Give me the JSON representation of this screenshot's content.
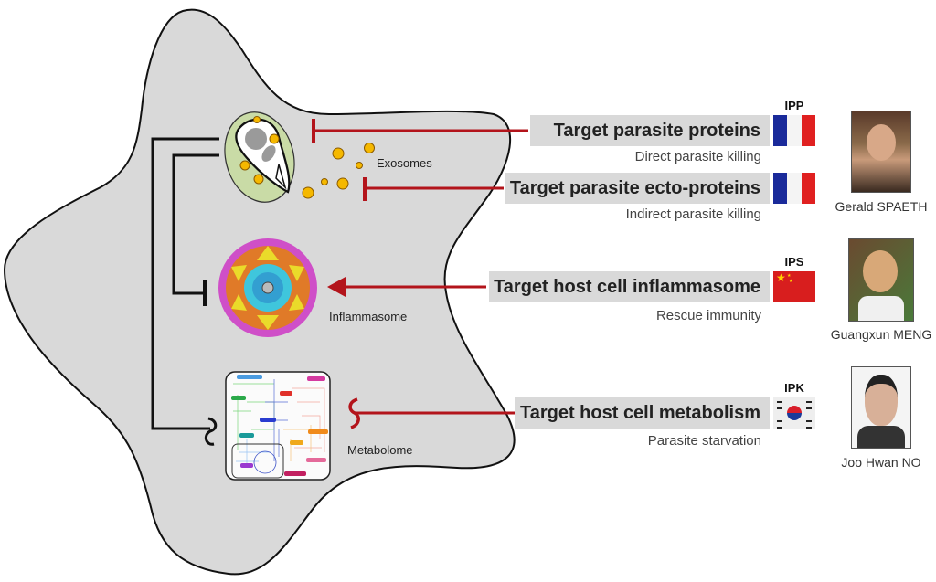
{
  "cell": {
    "labels": {
      "exosomes": "Exosomes",
      "inflammasome": "Inflammasome",
      "metabolome": "Metabolome"
    },
    "colors": {
      "cell_fill": "#d9d9d9",
      "inhibit_red": "#b3141b",
      "vacuole_green": "#c9dba6",
      "exosome_yellow": "#f5b800"
    }
  },
  "strategies": [
    {
      "title": "Target parasite proteins",
      "subtitle": "Direct parasite killing",
      "institute": "IPP",
      "flag": "france"
    },
    {
      "title": "Target parasite ecto-proteins",
      "subtitle": "Indirect parasite killing",
      "institute": "",
      "flag": "france"
    },
    {
      "title": "Target host cell inflammasome",
      "subtitle": "Rescue immunity",
      "institute": "IPS",
      "flag": "china"
    },
    {
      "title": "Target host cell metabolism",
      "subtitle": "Parasite starvation",
      "institute": "IPK",
      "flag": "korea"
    }
  ],
  "people": [
    {
      "name": "Gerald SPAETH"
    },
    {
      "name": "Guangxun MENG"
    },
    {
      "name": "Joo Hwan NO"
    }
  ]
}
